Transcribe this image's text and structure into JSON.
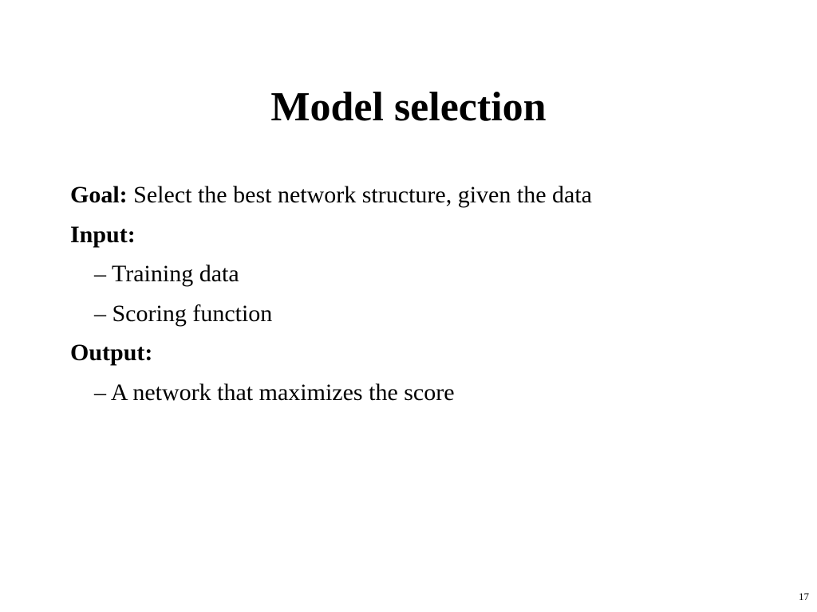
{
  "slide": {
    "title": "Model selection",
    "goal": {
      "label": "Goal:",
      "text": " Select the best network structure, given the data"
    },
    "input": {
      "label": "Input:",
      "items": [
        "– Training data",
        "– Scoring function"
      ]
    },
    "output": {
      "label": "Output:",
      "items": [
        "– A network that maximizes the score"
      ]
    },
    "page_number": "17"
  }
}
